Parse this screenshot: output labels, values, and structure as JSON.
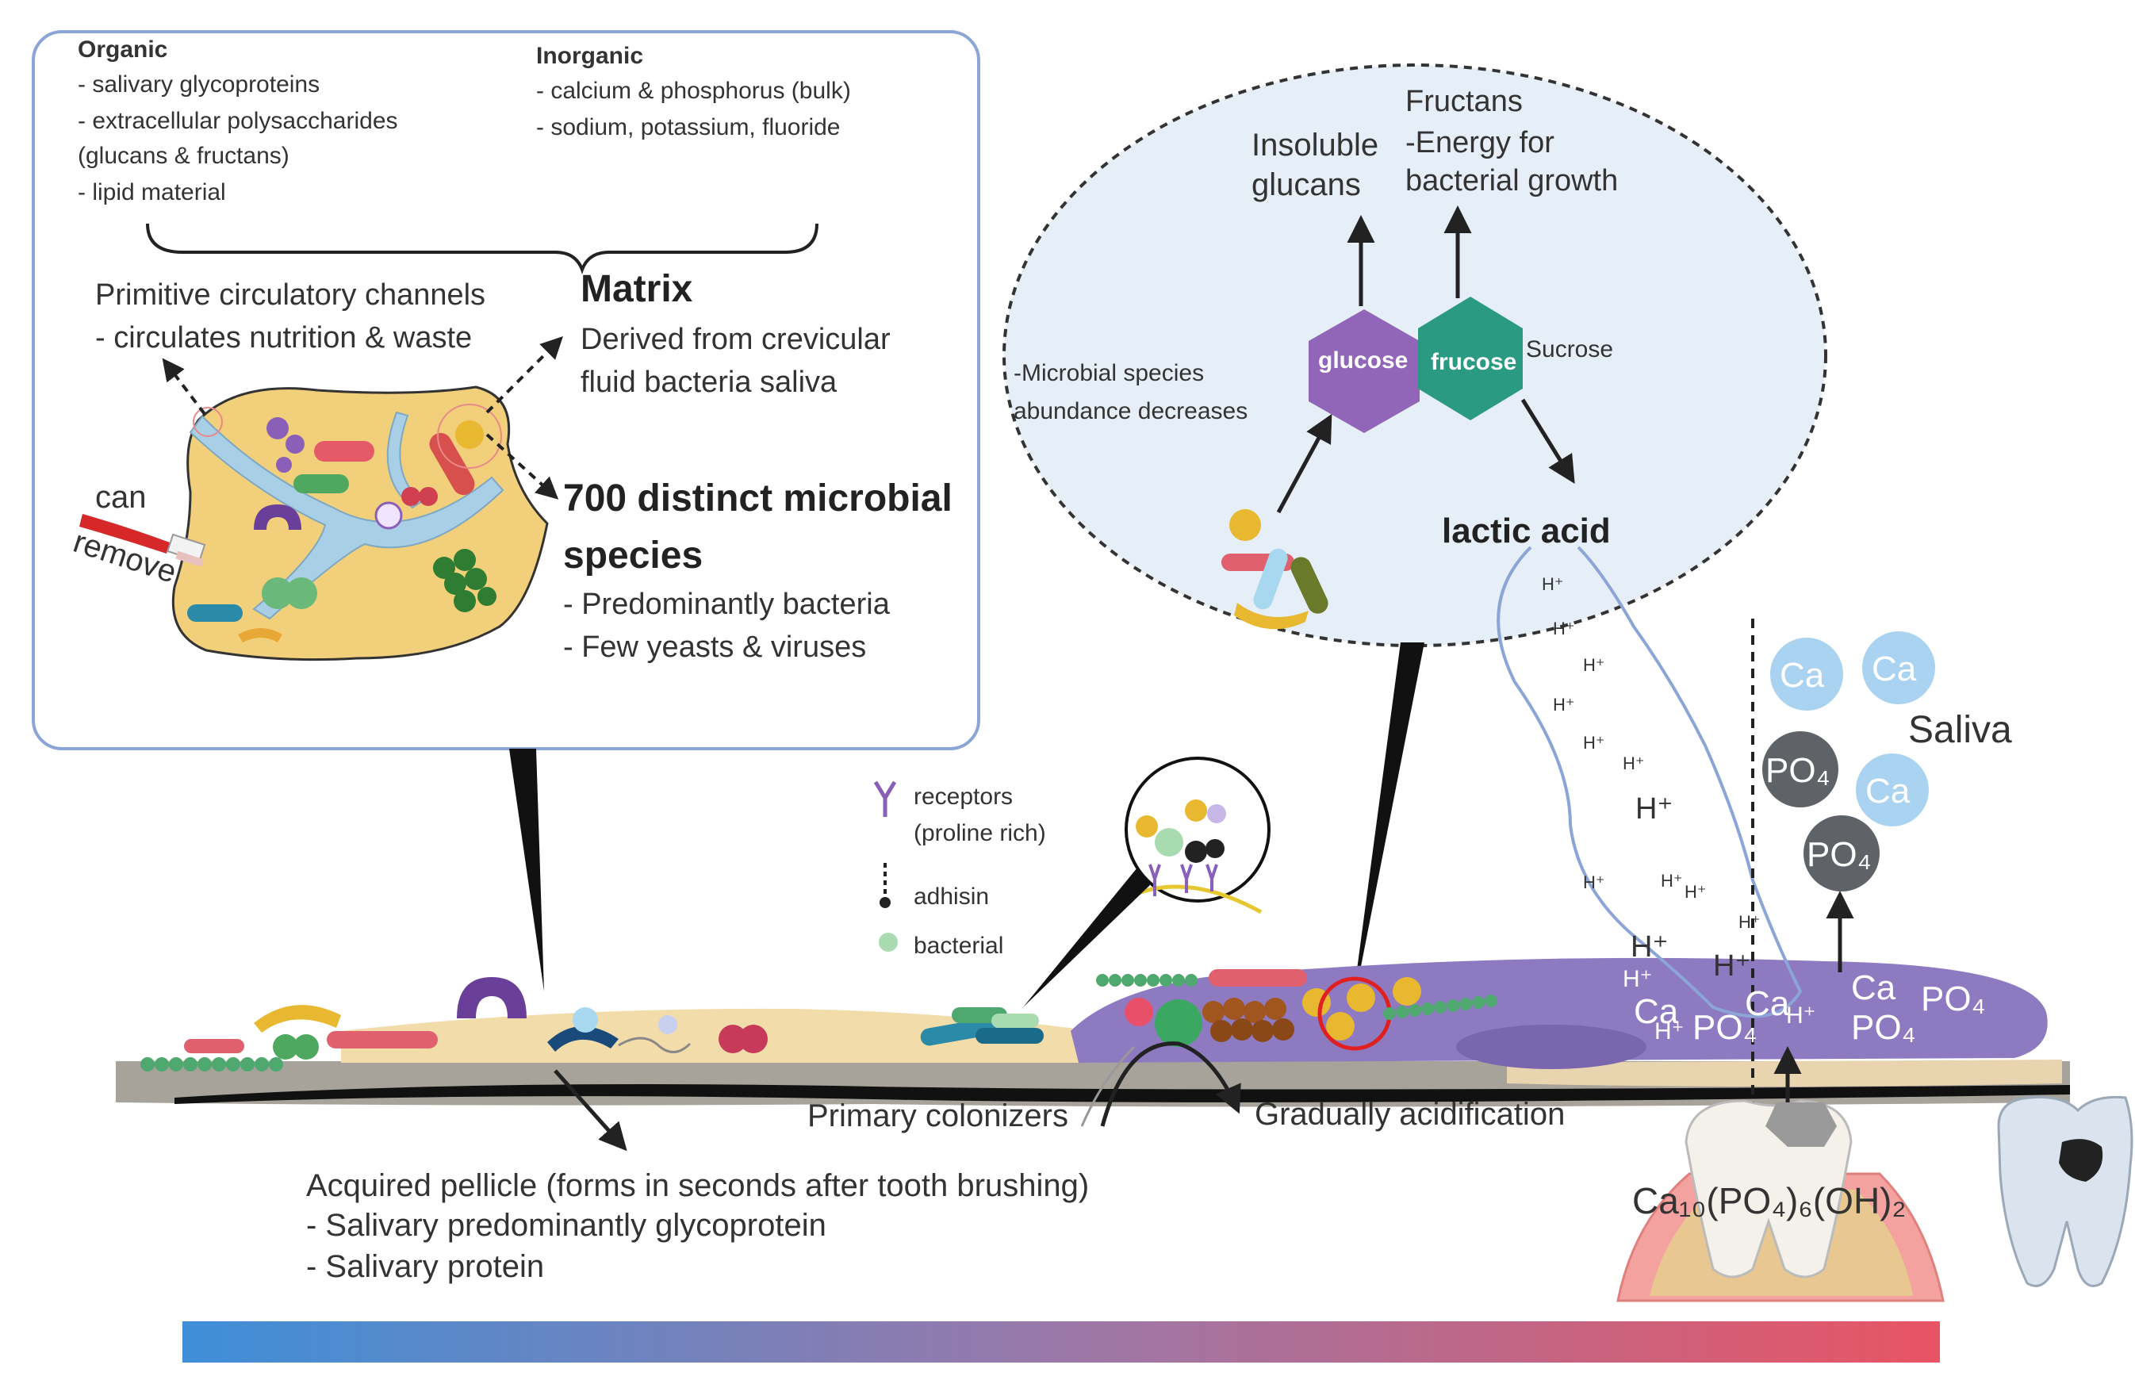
{
  "matrix_box": {
    "organic": {
      "heading": "Organic",
      "lines": [
        "- salivary glycoproteins",
        "- extracellular polysaccharides",
        "(glucans & fructans)",
        "- lipid material"
      ]
    },
    "inorganic": {
      "heading": "Inorganic",
      "lines": [
        "- calcium & phosphorus (bulk)",
        "- sodium, potassium, fluoride"
      ]
    },
    "channels": [
      "Primitive circulatory channels",
      "- circulates nutrition & waste"
    ],
    "matrix": {
      "title": "Matrix",
      "lines": [
        "Derived from crevicular",
        "fluid bacteria saliva"
      ]
    },
    "species": {
      "title_lines": [
        "700 distinct microbial",
        "species"
      ],
      "lines": [
        "- Predominantly bacteria",
        "- Few yeasts & viruses"
      ]
    },
    "toothbrush": [
      "can",
      "remove"
    ]
  },
  "metabolism": {
    "insoluble": [
      "Insoluble",
      "glucans"
    ],
    "fructans": [
      "Fructans",
      "-Energy for",
      "bacterial growth"
    ],
    "glucose": "glucose",
    "frucose": "frucose",
    "sucrose": "Sucrose",
    "microbial": [
      "-Microbial species",
      "abundance decreases"
    ],
    "lactic": "lactic acid",
    "hplus": "H⁺"
  },
  "legend": {
    "receptors": [
      "receptors",
      "(proline rich)"
    ],
    "adhisin": "adhisin",
    "bacterial": "bacterial"
  },
  "ions": {
    "ca": "Ca",
    "po4": "PO₄",
    "saliva": "Saliva",
    "hydroxyapatite": "Ca₁₀(PO₄)₆(OH)₂"
  },
  "bottom": {
    "primary": "Primary colonizers",
    "acidification": "Gradually acidification",
    "pellicle": [
      "Acquired pellicle (forms in seconds after tooth brushing)",
      "- Salivary predominantly glycoprotein",
      "- Salivary protein"
    ]
  },
  "colors": {
    "box_border": "#8ba6d6",
    "matrix_fill": "#f2cf7a",
    "channel": "#a9cfe6",
    "ellipse_fill": "#e6eef8",
    "glucose": "#9166b8",
    "frucose": "#2a9a83",
    "biofilm": "#8e7ac0",
    "ca_ion": "#a9d3f0",
    "po4_ion": "#5f6368",
    "gradient_start": "#3e8fd8",
    "gradient_mid": "#9a78a8",
    "gradient_end": "#e85464"
  }
}
